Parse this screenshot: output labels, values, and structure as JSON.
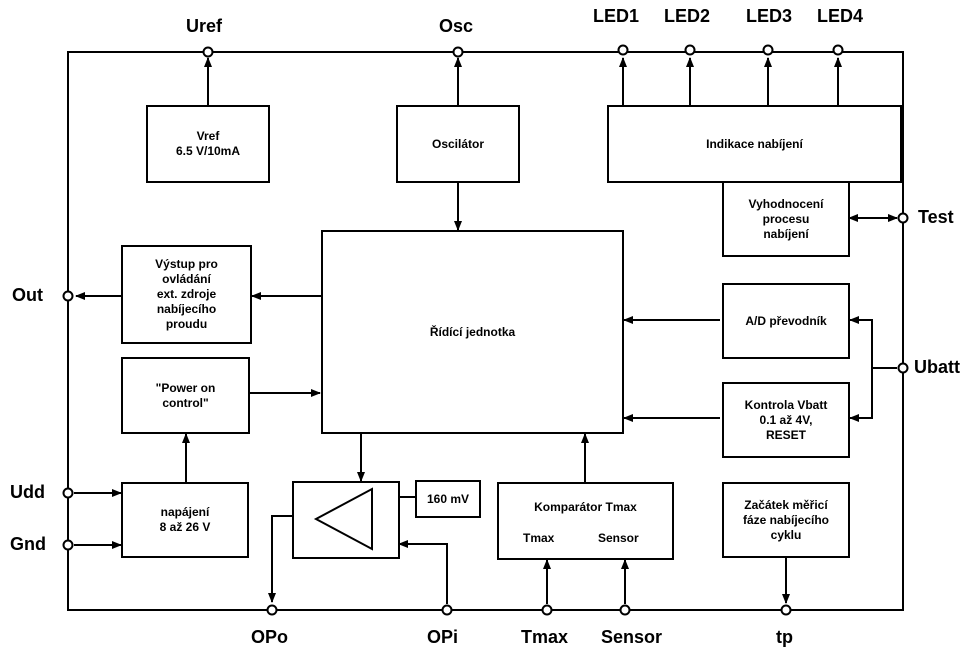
{
  "pins": {
    "uref": "Uref",
    "osc": "Osc",
    "led1": "LED1",
    "led2": "LED2",
    "led3": "LED3",
    "led4": "LED4",
    "out": "Out",
    "test": "Test",
    "ubatt": "Ubatt",
    "udd": "Udd",
    "gnd": "Gnd",
    "opo": "OPo",
    "opi": "OPi",
    "tmax": "Tmax",
    "sensor": "Sensor",
    "tp": "tp"
  },
  "blocks": {
    "vref": "Vref\n6.5 V/10mA",
    "oscilator": "Oscilátor",
    "indikace": "Indikace nabíjení",
    "vyhodnoceni": "Vyhodnocení\nprocesu\nnabíjení",
    "vystup": "Výstup pro\novládání\next. zdroje\nnabíjecího\nproudu",
    "ridici": "Řídící jednotka",
    "power_on": "\"Power on\ncontrol\"",
    "ad": "A/D převodník",
    "kontrola": "Kontrola Vbatt\n0.1 až 4V,\nRESET",
    "napajeni": "napájení\n8 až 26 V",
    "ref_160": "160 mV",
    "komparator": "Komparátor Tmax",
    "zacatek": "Začátek měřicí\nfáze nabíjecího\ncyklu"
  },
  "comparator_inputs": {
    "tmax": "Tmax",
    "sensor": "Sensor"
  },
  "colors": {
    "line": "#000000",
    "background": "#ffffff"
  }
}
